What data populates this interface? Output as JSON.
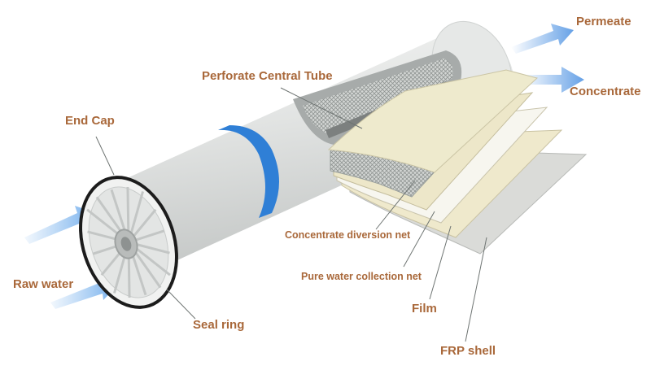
{
  "labels": {
    "permeate": "Permeate",
    "concentrate": "Concentrate",
    "perforate_central_tube": "Perforate Central Tube",
    "end_cap": "End Cap",
    "raw_water": "Raw water",
    "seal_ring": "Seal ring",
    "concentrate_diversion_net": "Concentrate diversion net",
    "pure_water_collection_net": "Pure water collection net",
    "film": "Film",
    "frp_shell": "FRP shell"
  },
  "colors": {
    "label_text": "#a9683a",
    "flow_arrow": "#4a90e2",
    "seal_band": "#2f7fd6",
    "shell": "#e4e6e5",
    "membrane_layers": "#ede7c9"
  }
}
